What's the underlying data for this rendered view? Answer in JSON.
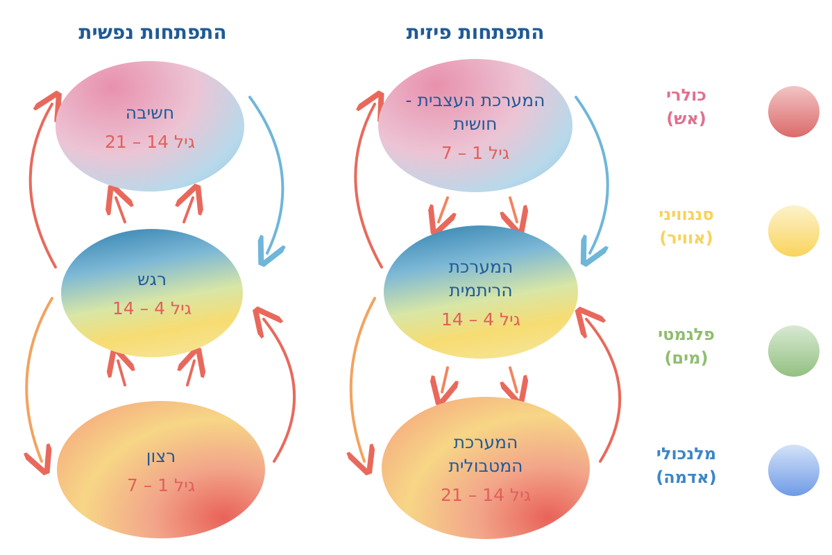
{
  "titles": {
    "psychological": "התפתחות נפשית",
    "physical": "התפתחות פיזית"
  },
  "psychological": [
    {
      "name": "חשיבה",
      "age": "גיל 14 – 21"
    },
    {
      "name": "רגש",
      "age": "גיל 4 – 14"
    },
    {
      "name": "רצון",
      "age": "גיל 1 – 7"
    }
  ],
  "physical": [
    {
      "name": "המערכת העצבית - חושית",
      "age": "גיל 1 – 7"
    },
    {
      "name": "המערכת הריתמית",
      "age": "גיל 4 – 14"
    },
    {
      "name": "המערכת המטבולית",
      "age": "גיל 14 – 21"
    }
  ],
  "temperaments": [
    {
      "name": "כולרי",
      "element": "(אש)",
      "color": "#e0708f"
    },
    {
      "name": "סנגוויני",
      "element": "(אוויר)",
      "color": "#f8d25a"
    },
    {
      "name": "פלגמטי",
      "element": "(מים)",
      "color": "#8fbd6f"
    },
    {
      "name": "מלנכולי",
      "element": "(אדמה)",
      "color": "#3d85c6"
    }
  ]
}
